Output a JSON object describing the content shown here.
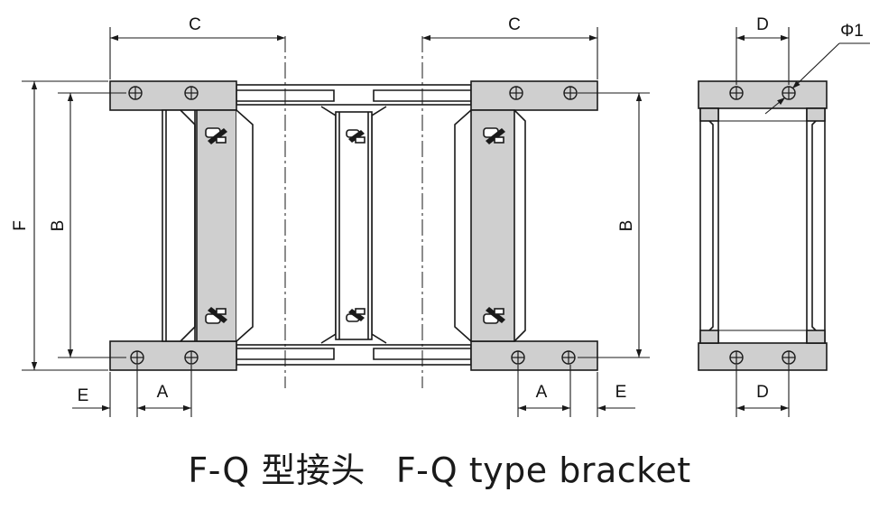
{
  "labels": {
    "C_left": "C",
    "C_right": "C",
    "D_top": "D",
    "D_bottom": "D",
    "phi": "Φ1",
    "F": "F",
    "B_left": "B",
    "B_right": "B",
    "E_left": "E",
    "A_left": "A",
    "A_right": "A",
    "E_right": "E"
  },
  "caption": {
    "chinese": "F-Q 型接头",
    "english": "F-Q type bracket"
  },
  "colors": {
    "fill": "#cfcfcf",
    "line": "#1a1a1a"
  }
}
